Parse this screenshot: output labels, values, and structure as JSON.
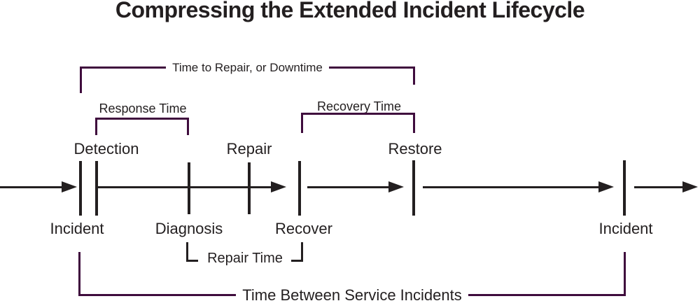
{
  "title": "Compressing the Extended Incident Lifecycle",
  "colors": {
    "bracket_purple": "#3F0C3D",
    "ink": "#231F20",
    "background": "#FFFFFF"
  },
  "events": {
    "incident_start": "Incident",
    "detection": "Detection",
    "diagnosis": "Diagnosis",
    "repair": "Repair",
    "recover": "Recover",
    "restore": "Restore",
    "incident_next": "Incident"
  },
  "spans": {
    "downtime": "Time to Repair, or Downtime",
    "response": "Response Time",
    "recovery": "Recovery Time",
    "repair_time": "Repair Time",
    "between_incidents": "Time Between Service Incidents"
  },
  "sequence_above_axis": [
    "Detection",
    "Repair",
    "Restore"
  ],
  "sequence_below_axis": [
    "Incident",
    "Diagnosis",
    "Recover",
    "Incident"
  ]
}
